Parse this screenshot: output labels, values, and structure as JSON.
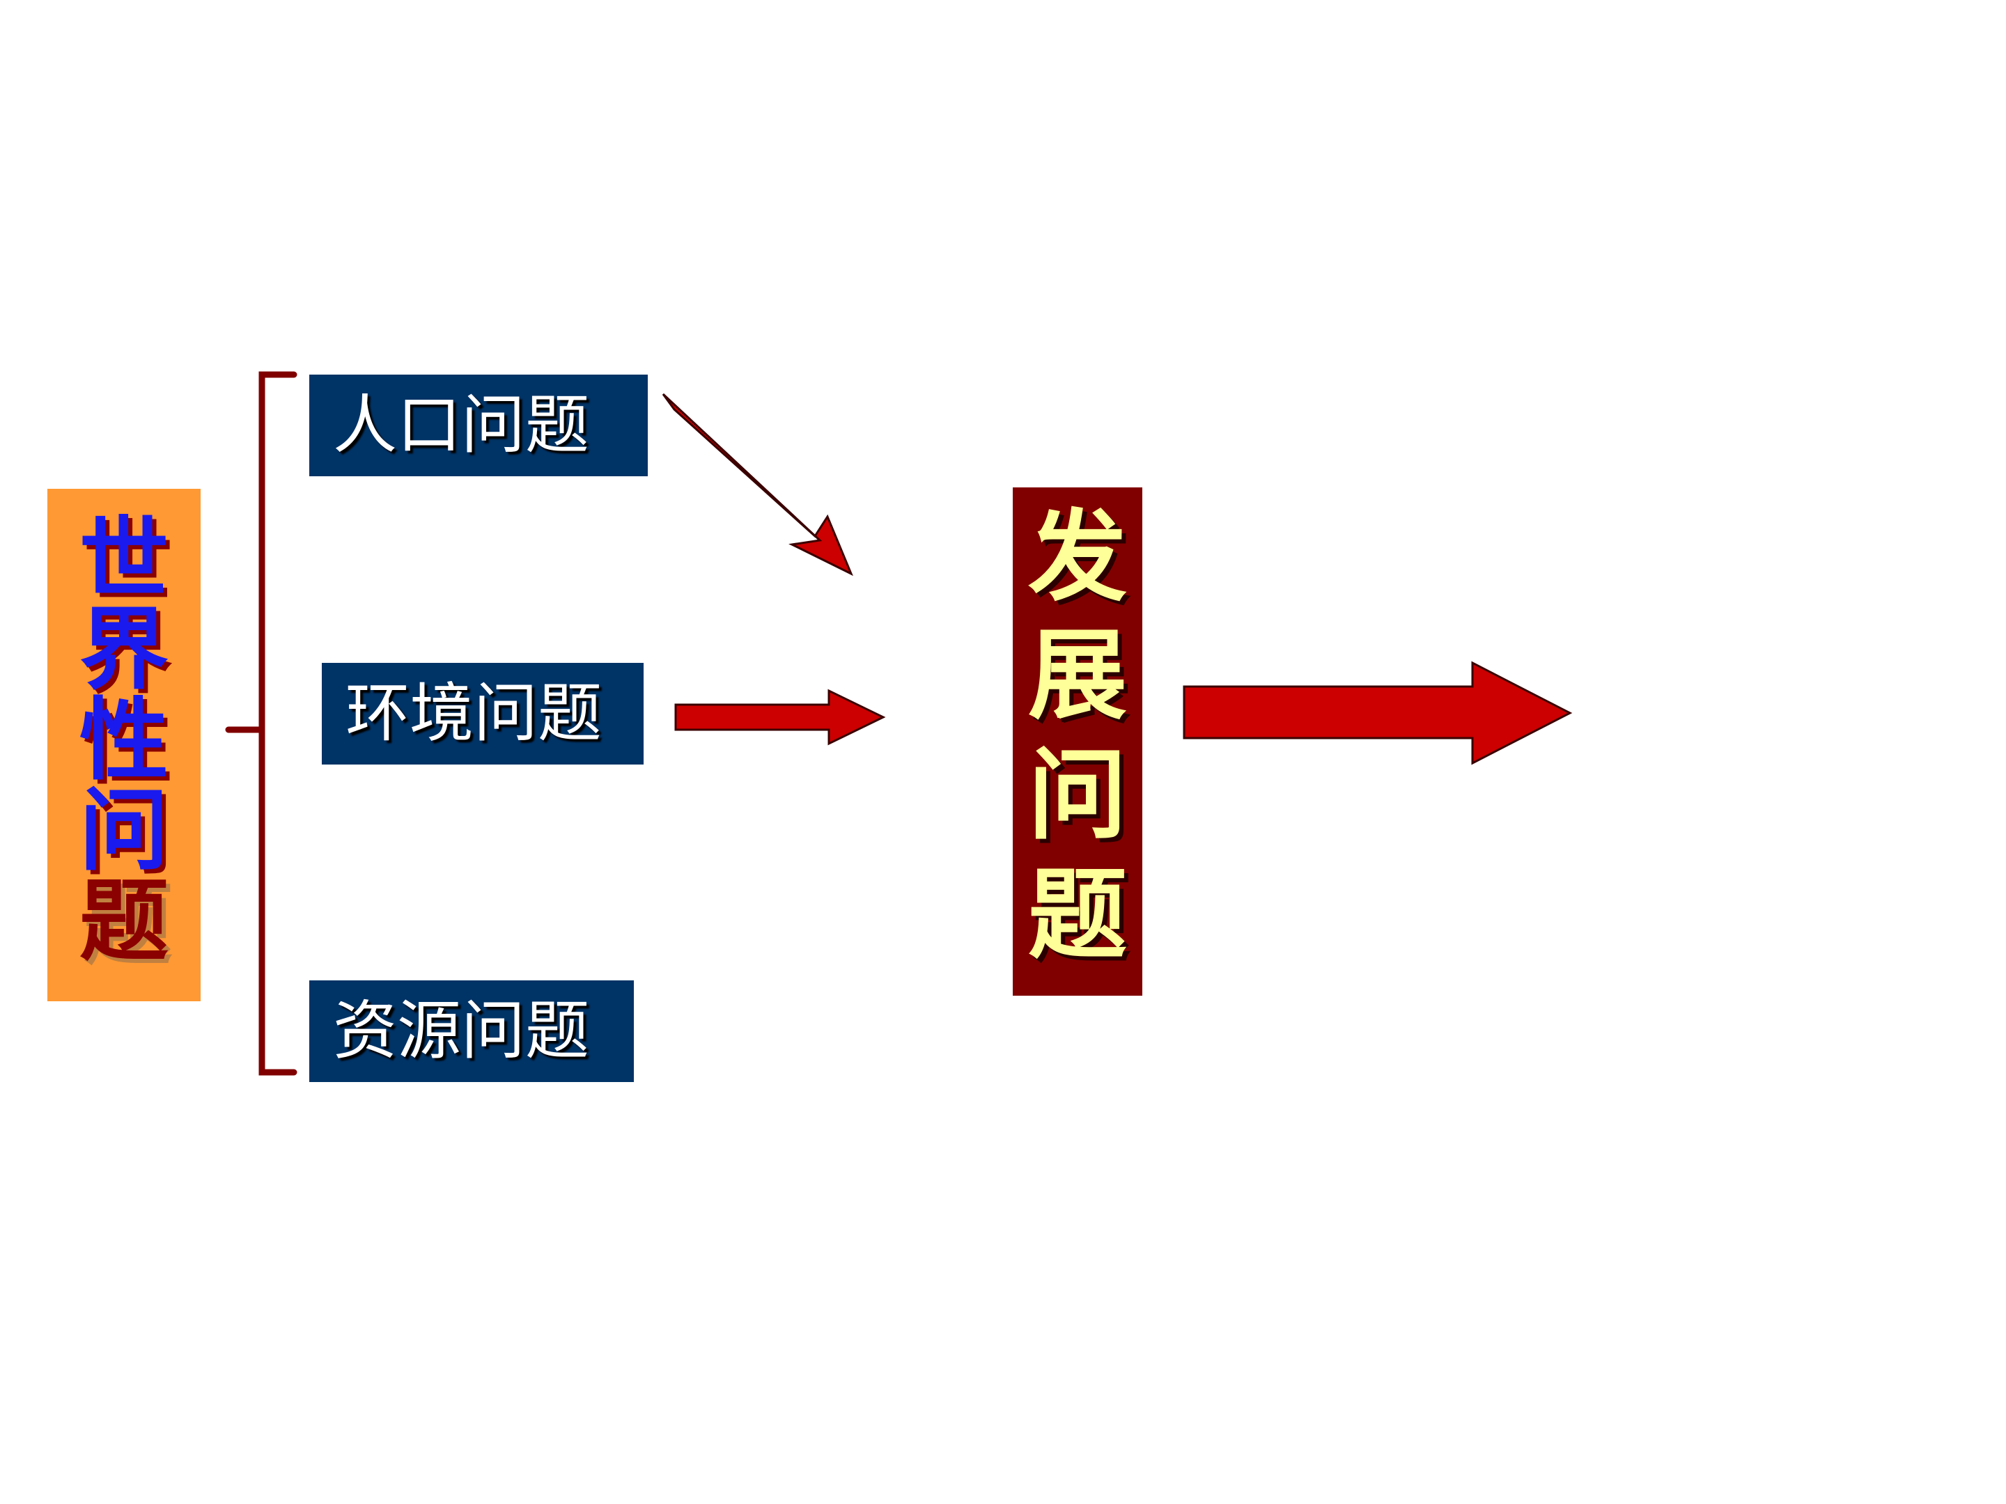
{
  "diagram": {
    "world_issues": {
      "label_chars": [
        "世",
        "界",
        "性",
        "问",
        "题"
      ],
      "box_color": "#ff9933",
      "text_color": "#1a1aee"
    },
    "problems": [
      {
        "label": "人口问题"
      },
      {
        "label": "环境问题"
      },
      {
        "label": "资源问题"
      }
    ],
    "development": {
      "label_chars": [
        "发",
        "展",
        "问",
        "题"
      ],
      "box_color": "#800000",
      "text_color": "#ffff99"
    },
    "colors": {
      "problem_box": "#003366",
      "bracket": "#800000",
      "arrow_fill": "#cc0000"
    }
  }
}
